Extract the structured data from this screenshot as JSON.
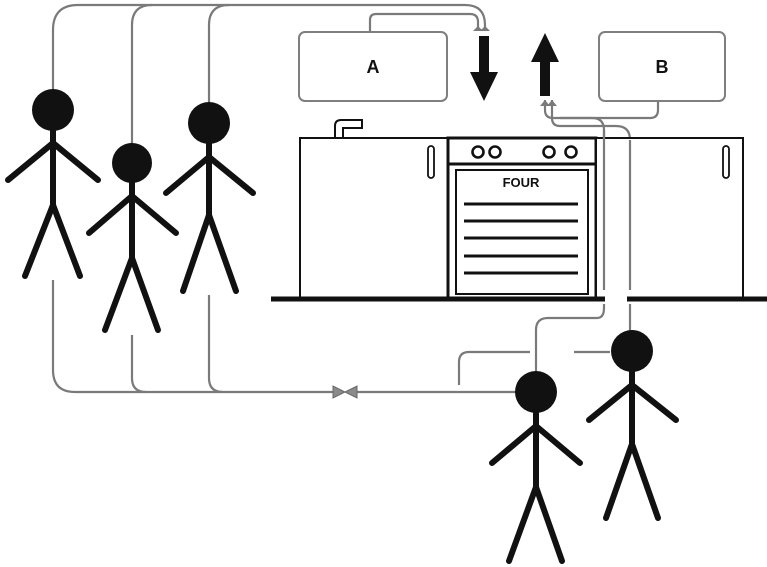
{
  "labels": {
    "box_a": "A",
    "box_b": "B",
    "oven": "FOUR"
  },
  "colors": {
    "wire": "#7a7a7a",
    "outline": "#111111",
    "box_border": "#7f7f7f",
    "figure": "#111111",
    "background": "#ffffff"
  },
  "icons": {
    "down_arrow": "down-arrow-icon",
    "up_arrow": "up-arrow-icon",
    "valve": "valve-icon"
  }
}
